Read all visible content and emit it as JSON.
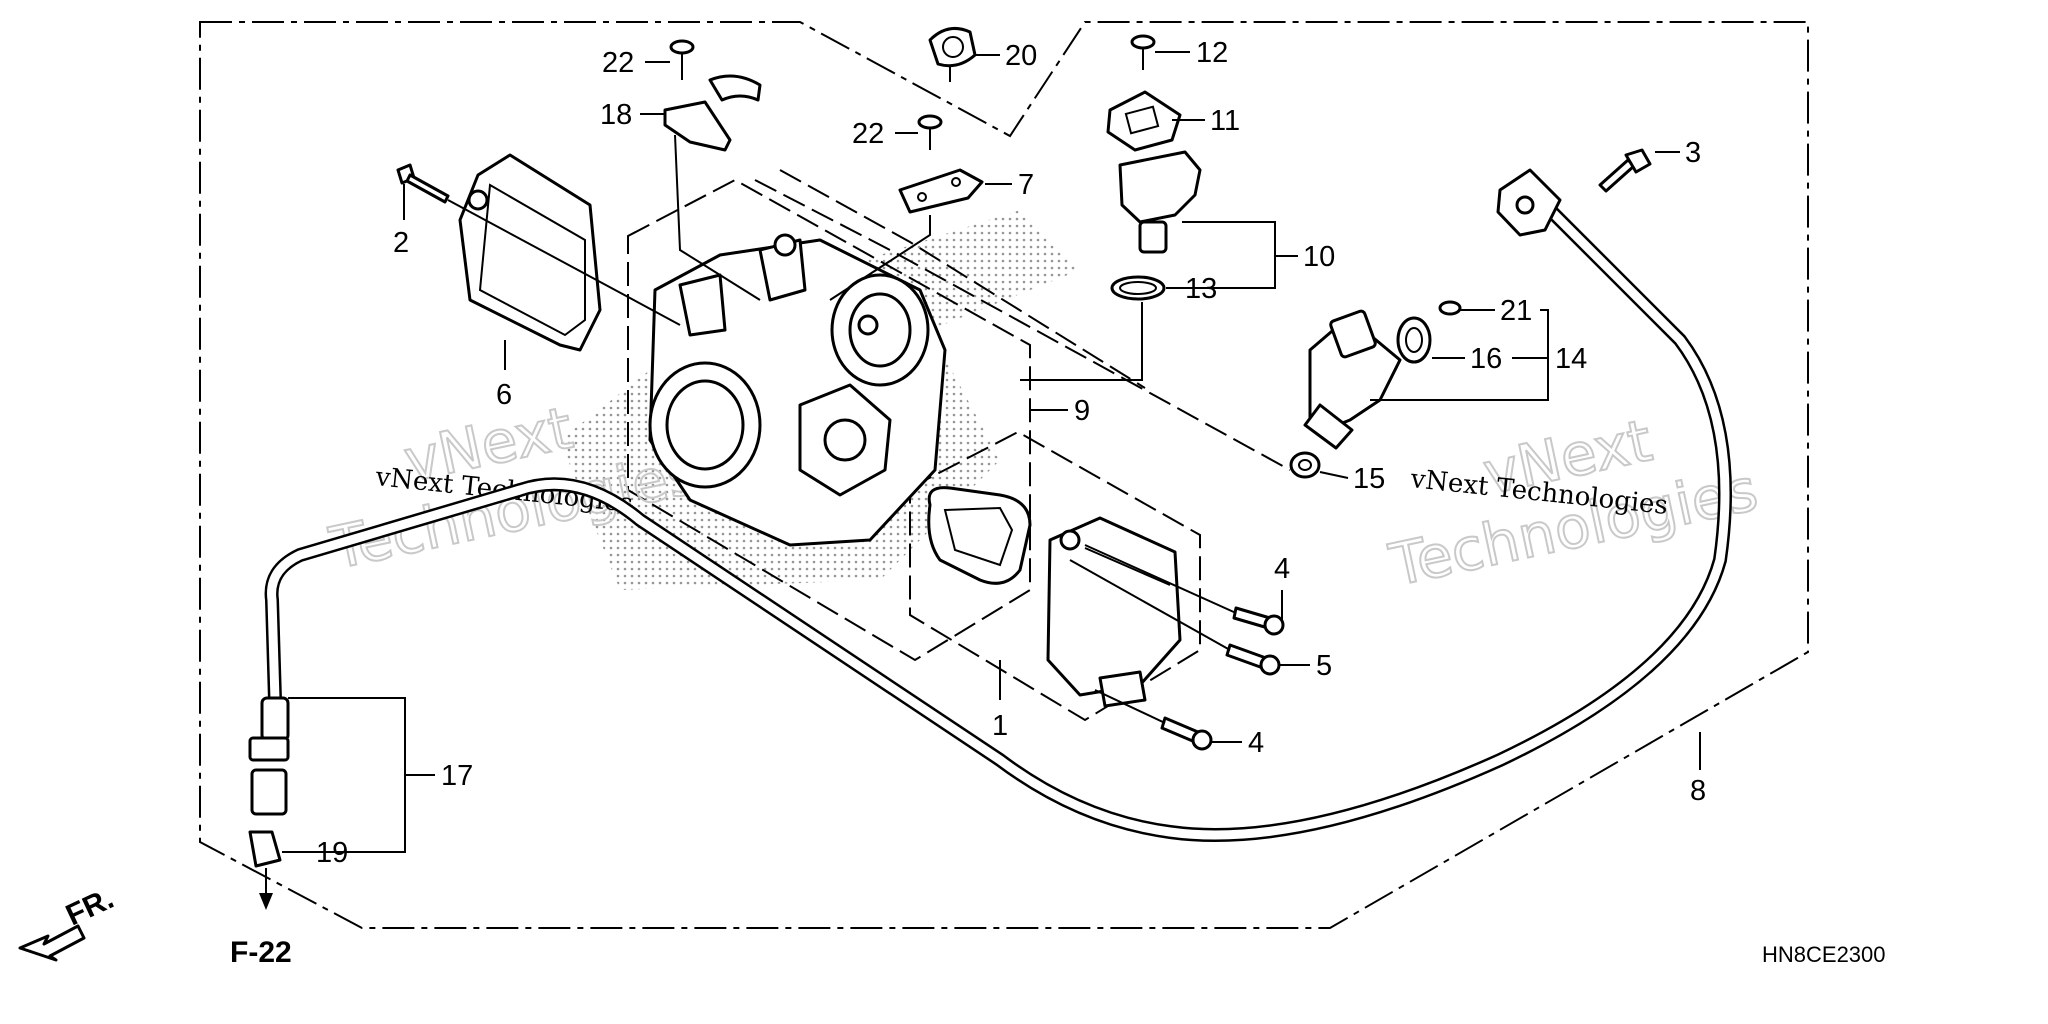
{
  "diagram": {
    "part_numbers": [
      "1",
      "2",
      "3",
      "4",
      "4",
      "5",
      "6",
      "7",
      "8",
      "9",
      "10",
      "11",
      "12",
      "13",
      "14",
      "15",
      "16",
      "17",
      "18",
      "19",
      "20",
      "21",
      "22",
      "22"
    ],
    "reference_code": "HN8CE2300",
    "page_ref": "F-22",
    "front_indicator": "FR.",
    "watermark": {
      "line1": "vNext",
      "line2": "Technologies",
      "caption": "vNext Technologies"
    }
  }
}
